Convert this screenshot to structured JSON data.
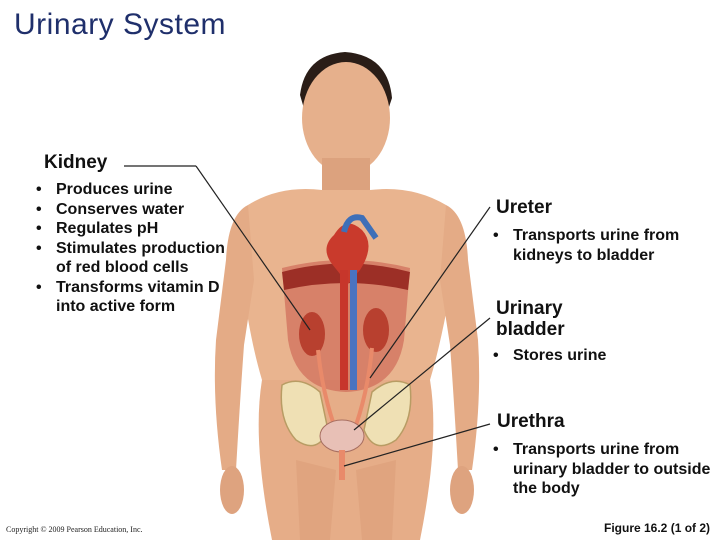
{
  "title": "Urinary System",
  "kidney": {
    "heading": "Kidney",
    "items": [
      "Produces urine",
      "Conserves water",
      "Regulates pH",
      "Stimulates production of red blood cells",
      "Transforms vitamin D into active form"
    ]
  },
  "ureter": {
    "heading": "Ureter",
    "items": [
      "Transports urine from kidneys to bladder"
    ]
  },
  "bladder": {
    "heading": "Urinary bladder",
    "items": [
      "Stores urine"
    ]
  },
  "urethra": {
    "heading": "Urethra",
    "items": [
      "Transports urine from urinary bladder to outside the body"
    ]
  },
  "copyright": "Copyright © 2009 Pearson Education, Inc.",
  "figure_label": "Figure 16.2 (1 of 2)",
  "colors": {
    "title": "#1f2f6b",
    "skin": "#e9b48f",
    "kidney": "#b8402f",
    "ureter": "#e98a6a",
    "bladder": "#e8c0b6",
    "bone": "#efe0b4"
  }
}
